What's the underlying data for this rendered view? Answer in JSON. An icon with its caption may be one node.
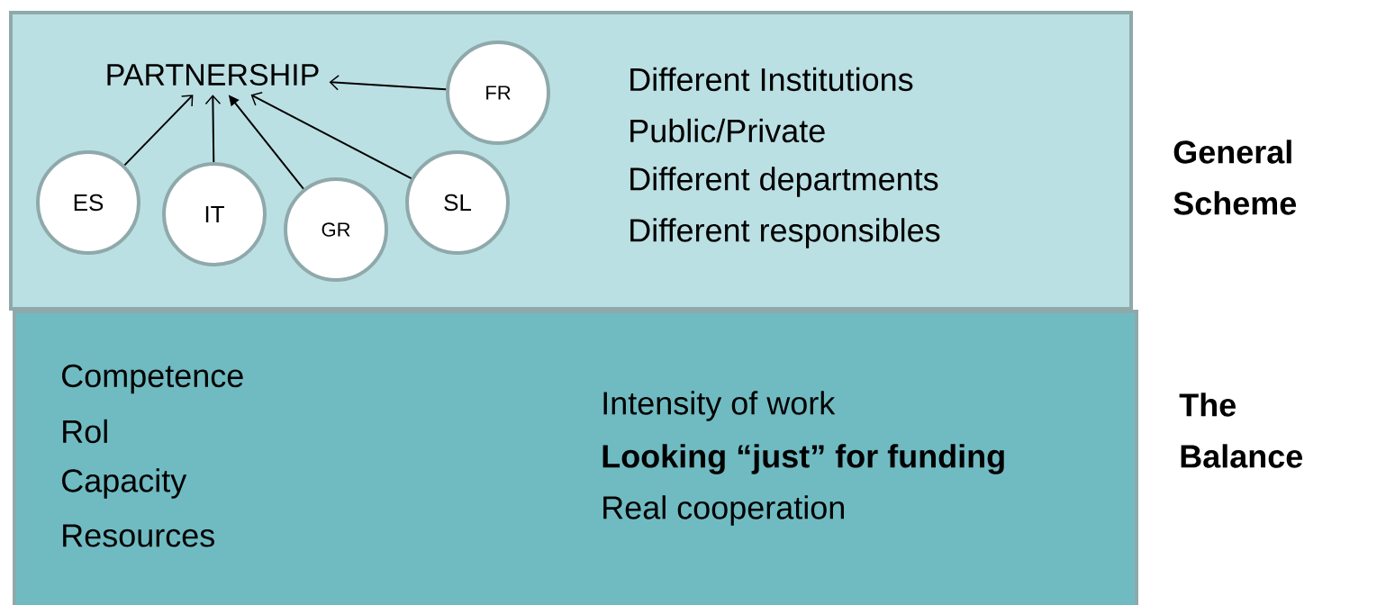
{
  "diagram": {
    "nodes": [
      {
        "text": [
          "Different Institutions",
          "Public/Private",
          "Different departments",
          "Different responsibles"
        ],
        "beside": [
          "General Scheme"
        ]
      },
      {
        "text": [
          "PARTNERSHIP"
        ],
        "in": 0
      },
      {
        "text": [
          "ES"
        ],
        "in": 0
      },
      {
        "text": [
          "IT"
        ],
        "in": 0
      },
      {
        "text": [
          "GR"
        ],
        "in": 0
      },
      {
        "text": [
          "SL"
        ],
        "in": 0
      },
      {
        "text": [
          "FR"
        ],
        "in": 0
      },
      {
        "text": [
          "Competence",
          "Rol",
          "Capacity",
          "Resources",
          "Intensity of work",
          "**Looking “just” for funding**",
          "Real cooperation"
        ],
        "beside": [
          "The Balance"
        ]
      }
    ],
    "edges": [
      {
        "from": 2,
        "to": 1,
        "arrow": "to"
      },
      {
        "from": 3,
        "to": 1,
        "arrow": "to"
      },
      {
        "from": 4,
        "to": 1,
        "arrow": "to"
      },
      {
        "from": 5,
        "to": 1,
        "arrow": "to"
      },
      {
        "from": 6,
        "to": 1,
        "arrow": "to"
      }
    ]
  }
}
